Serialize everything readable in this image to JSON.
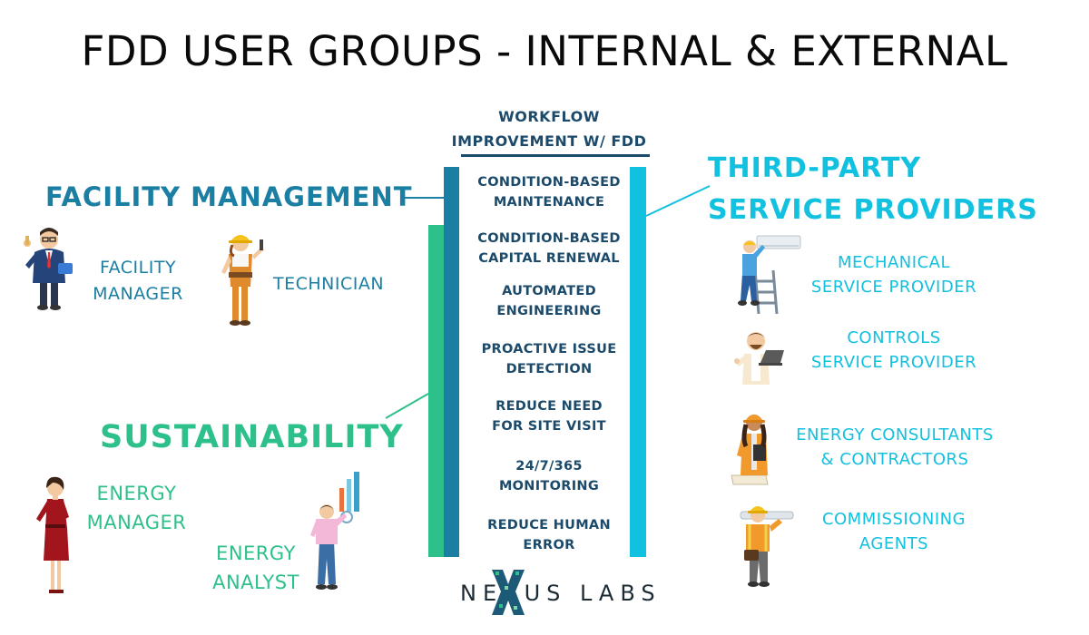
{
  "title": "FDD USER GROUPS - INTERNAL & EXTERNAL",
  "workflow": {
    "heading": [
      "WORKFLOW",
      "IMPROVEMENT W/ FDD"
    ],
    "items": [
      [
        "CONDITION-BASED",
        "MAINTENANCE"
      ],
      [
        "CONDITION-BASED",
        "CAPITAL RENEWAL"
      ],
      [
        "AUTOMATED",
        "ENGINEERING"
      ],
      [
        "PROACTIVE ISSUE",
        "DETECTION"
      ],
      [
        "REDUCE NEED",
        "FOR SITE VISIT"
      ],
      [
        "24/7/365",
        "MONITORING"
      ],
      [
        "REDUCE HUMAN",
        "ERROR"
      ]
    ]
  },
  "facility_management": {
    "title": "FACILITY MANAGEMENT",
    "roles": [
      [
        "FACILITY",
        "MANAGER"
      ],
      [
        "TECHNICIAN"
      ]
    ]
  },
  "sustainability": {
    "title": "SUSTAINABILITY",
    "roles": [
      [
        "ENERGY",
        "MANAGER"
      ],
      [
        "ENERGY",
        "ANALYST"
      ]
    ]
  },
  "third_party": {
    "title": [
      "THIRD-PARTY",
      "SERVICE PROVIDERS"
    ],
    "roles": [
      [
        "MECHANICAL",
        "SERVICE PROVIDER"
      ],
      [
        "CONTROLS",
        "SERVICE PROVIDER"
      ],
      [
        "ENERGY CONSULTANTS",
        "& CONTRACTORS"
      ],
      [
        "COMMISSIONING",
        "AGENTS"
      ]
    ]
  },
  "logo": {
    "left": "NE",
    "mark": "X",
    "right": "US LABS"
  },
  "colors": {
    "facility": "#1a7fa3",
    "sustainability": "#2ec08a",
    "third_party": "#12c0df",
    "workflow_text": "#1b4a6b"
  }
}
